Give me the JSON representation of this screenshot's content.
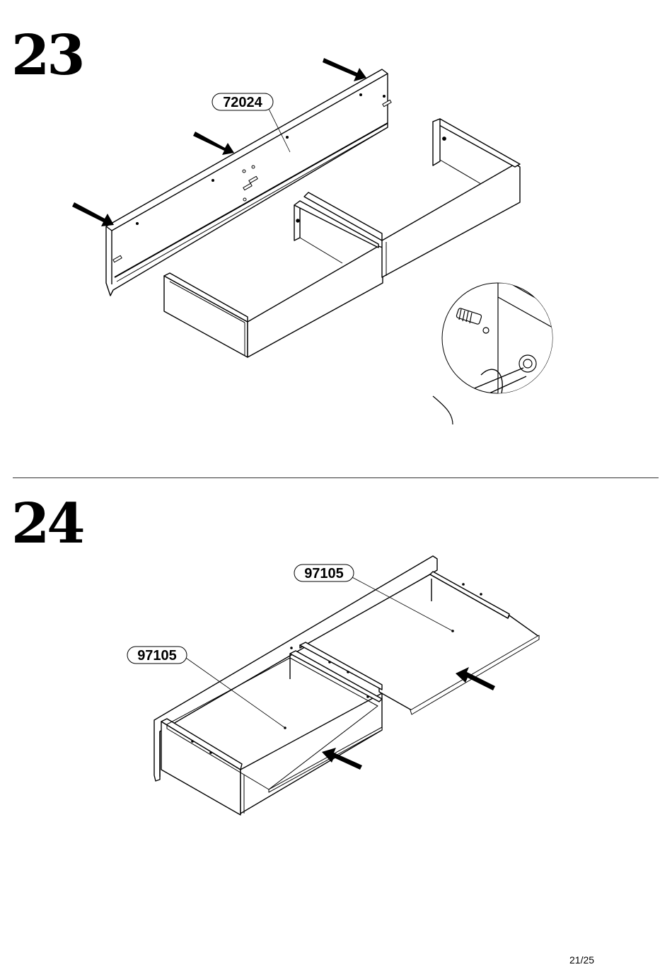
{
  "steps": [
    {
      "number": "23",
      "part_label": "72024"
    },
    {
      "number": "24",
      "part_label_right": "97105",
      "part_label_left": "97105"
    }
  ],
  "page_number": "21/25"
}
